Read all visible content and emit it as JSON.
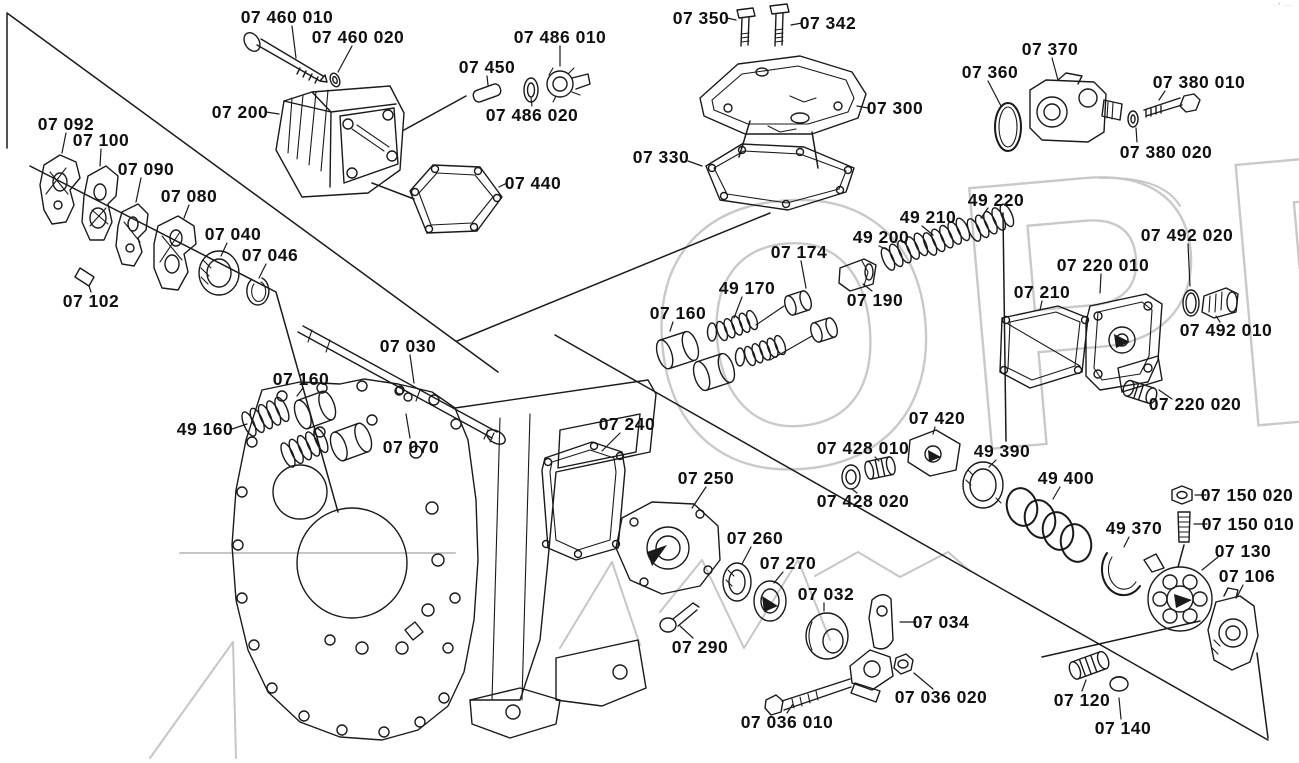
{
  "diagram": {
    "watermark": "OPEX",
    "corner_mark": "·° ···",
    "labels": [
      {
        "part": "07 460 010"
      },
      {
        "part": "07 460 020"
      },
      {
        "part": "07 486 010"
      },
      {
        "part": "07 450"
      },
      {
        "part": "07 486 020"
      },
      {
        "part": "07 200"
      },
      {
        "part": "07 350"
      },
      {
        "part": "07 342"
      },
      {
        "part": "07 300"
      },
      {
        "part": "07 330"
      },
      {
        "part": "07 440"
      },
      {
        "part": "07 370"
      },
      {
        "part": "07 360"
      },
      {
        "part": "07 380 010"
      },
      {
        "part": "07 380 020"
      },
      {
        "part": "07 092"
      },
      {
        "part": "07 100"
      },
      {
        "part": "07 090"
      },
      {
        "part": "07 080"
      },
      {
        "part": "07 040"
      },
      {
        "part": "07 046"
      },
      {
        "part": "07 102"
      },
      {
        "part": "49 220"
      },
      {
        "part": "49 210"
      },
      {
        "part": "49 200"
      },
      {
        "part": "07 174"
      },
      {
        "part": "49 170"
      },
      {
        "part": "07 190"
      },
      {
        "part": "07 160"
      },
      {
        "part": "07 492 020"
      },
      {
        "part": "07 220 010"
      },
      {
        "part": "07 210"
      },
      {
        "part": "07 492 010"
      },
      {
        "part": "07 220 020"
      },
      {
        "part": "07 030"
      },
      {
        "part": "07 160"
      },
      {
        "part": "49 160"
      },
      {
        "part": "07 070"
      },
      {
        "part": "07 240"
      },
      {
        "part": "07 250"
      },
      {
        "part": "07 428 010"
      },
      {
        "part": "07 420"
      },
      {
        "part": "49 390"
      },
      {
        "part": "07 428 020"
      },
      {
        "part": "49 400"
      },
      {
        "part": "49 370"
      },
      {
        "part": "07 150 020"
      },
      {
        "part": "07 150 010"
      },
      {
        "part": "07 130"
      },
      {
        "part": "07 106"
      },
      {
        "part": "07 260"
      },
      {
        "part": "07 270"
      },
      {
        "part": "07 032"
      },
      {
        "part": "07 034"
      },
      {
        "part": "07 290"
      },
      {
        "part": "07 036 020"
      },
      {
        "part": "07 036 010"
      },
      {
        "part": "07 120"
      },
      {
        "part": "07 140"
      }
    ]
  }
}
